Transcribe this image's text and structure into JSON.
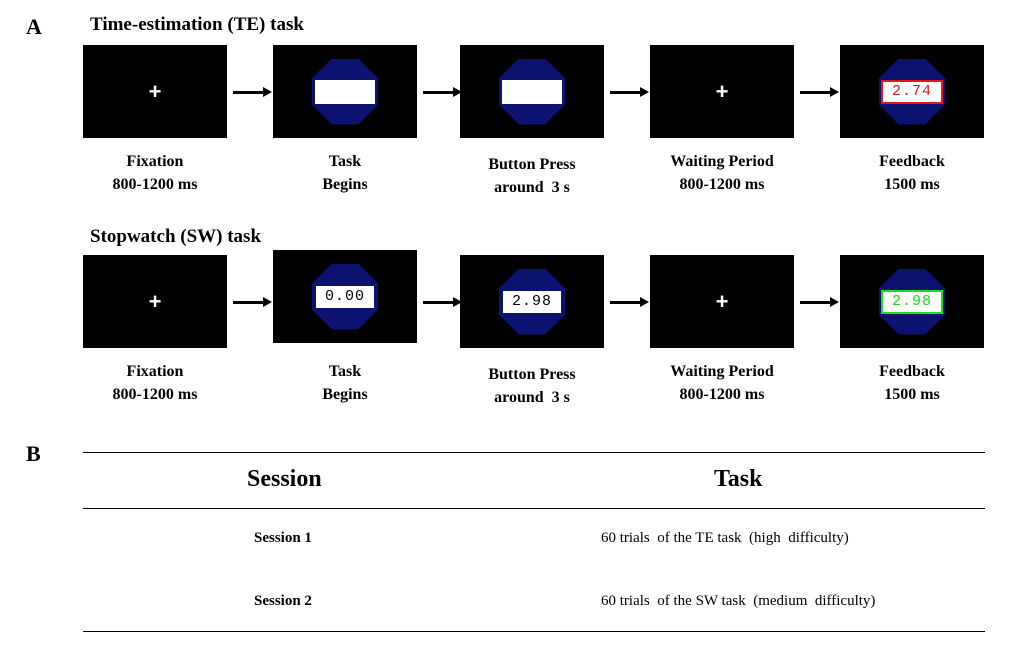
{
  "panel_a": {
    "label": "A",
    "te": {
      "title": "Time-estimation (TE) task",
      "steps": [
        {
          "line1": "Fixation",
          "line2": "800-1200 ms",
          "screen": "fixation",
          "symbol": "+"
        },
        {
          "line1": "Task",
          "line2": "Begins",
          "screen": "octagon",
          "display": ""
        },
        {
          "line1": "Button Press",
          "line2": "around  3 s",
          "screen": "octagon",
          "display": ""
        },
        {
          "line1": "Waiting Period",
          "line2": "800-1200 ms",
          "screen": "fixation",
          "symbol": "+"
        },
        {
          "line1": "Feedback",
          "line2": "1500 ms",
          "screen": "octagon",
          "display": "2.74",
          "display_color": "#e8141a"
        }
      ]
    },
    "sw": {
      "title": "Stopwatch (SW) task",
      "steps": [
        {
          "line1": "Fixation",
          "line2": "800-1200 ms",
          "screen": "fixation",
          "symbol": "+"
        },
        {
          "line1": "Task",
          "line2": "Begins",
          "screen": "octagon",
          "display": "0.00"
        },
        {
          "line1": "Button Press",
          "line2": "around  3 s",
          "screen": "octagon",
          "display": "2.98"
        },
        {
          "line1": "Waiting Period",
          "line2": "800-1200 ms",
          "screen": "fixation",
          "symbol": "+"
        },
        {
          "line1": "Feedback",
          "line2": "1500 ms",
          "screen": "octagon",
          "display": "2.98",
          "display_color": "#18e01a"
        }
      ]
    }
  },
  "panel_b": {
    "label": "B",
    "headers": {
      "session": "Session",
      "task": "Task"
    },
    "rows": [
      {
        "session": "Session 1",
        "task": "60 trials  of the TE task  (high  difficulty)"
      },
      {
        "session": "Session 2",
        "task": "60 trials  of the SW task  (medium  difficulty)"
      }
    ]
  },
  "colors": {
    "screen": "#000000",
    "octagon": "#0b1270",
    "fixation": "#ffffff",
    "te_feedback": "#e8141a",
    "sw_feedback": "#18e01a"
  }
}
